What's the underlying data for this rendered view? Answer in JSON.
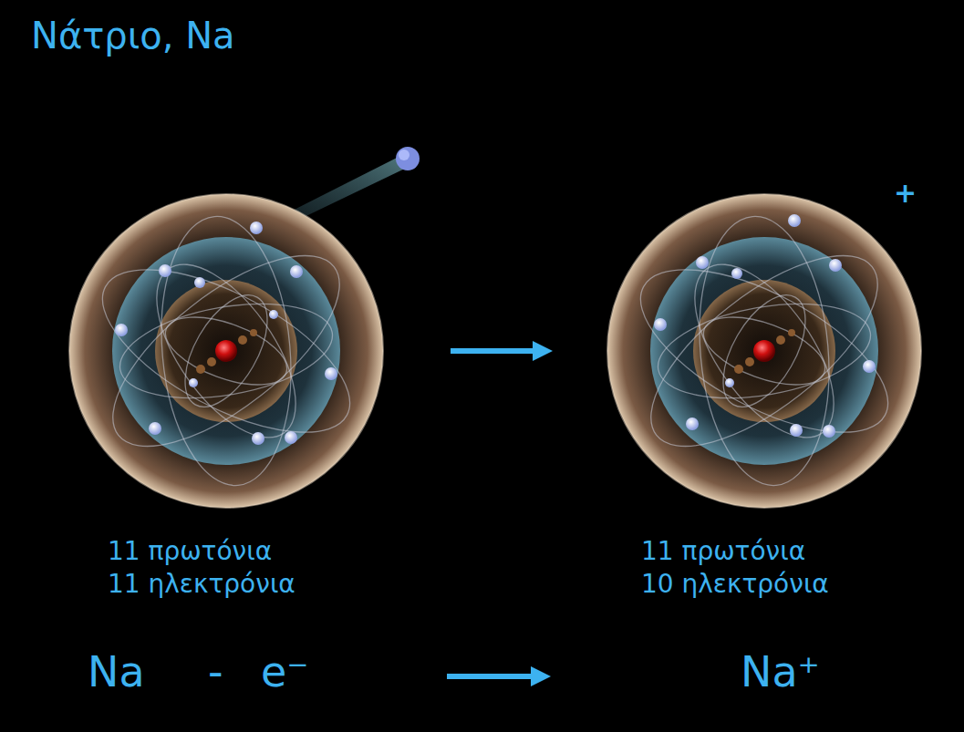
{
  "diagram": {
    "title": "Νάτριο, Na",
    "nodes": [
      {
        "text": [
          "11 πρωτόνια",
          "11 ηλεκτρόνια"
        ]
      },
      {
        "text": [
          "11 πρωτόνια",
          "10 ηλεκτρόνια"
        ]
      }
    ],
    "edges": [
      {
        "from": 0,
        "to": 1,
        "arrow": "to"
      }
    ],
    "labels": [
      "+",
      "Na",
      "-",
      "e⁻",
      "Na⁺"
    ]
  }
}
